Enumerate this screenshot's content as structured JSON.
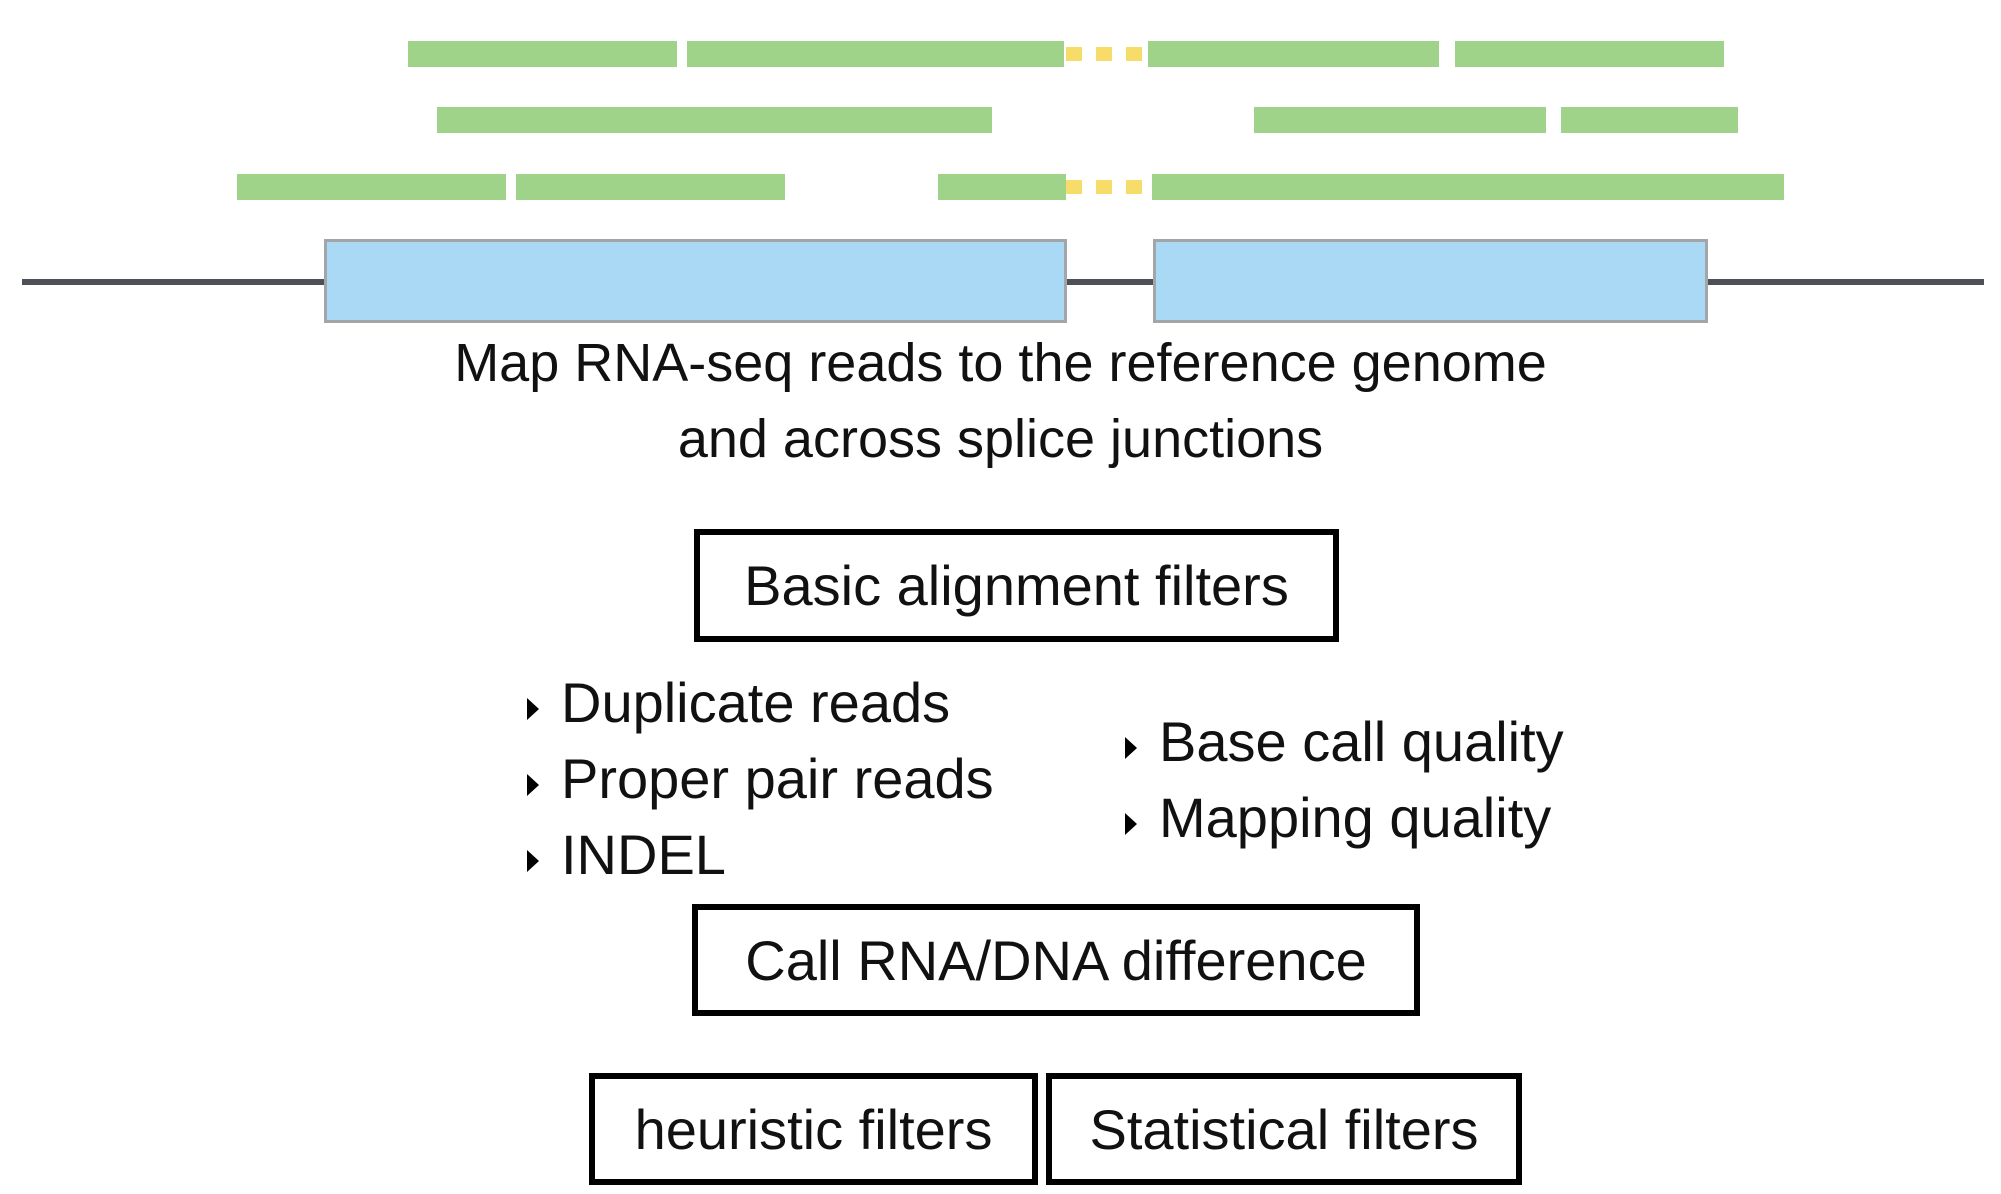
{
  "diagram": {
    "caption_lines": [
      "Map RNA-seq reads to the reference genome",
      "and across splice junctions"
    ],
    "boxes": {
      "basic_filters": "Basic alignment filters",
      "call_difference": "Call RNA/DNA difference",
      "heuristic_filters": "heuristic filters",
      "statistical_filters": "Statistical filters"
    },
    "basic_filter_criteria": {
      "left": [
        "Duplicate reads",
        "Proper pair reads",
        "INDEL"
      ],
      "right": [
        "Base call quality",
        "Mapping quality"
      ]
    },
    "colors": {
      "read": "#9fd38a",
      "splice_gap": "#f7dc6a",
      "exon": "#aad9f5",
      "exon_border": "#a3a6a9",
      "genome_line": "#4d5157",
      "box_border": "#000000"
    }
  }
}
